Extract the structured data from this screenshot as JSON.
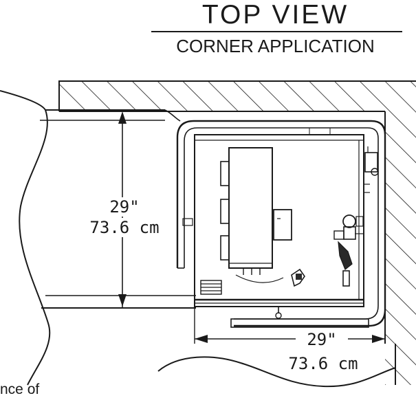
{
  "header": {
    "title": "TOP VIEW",
    "subtitle": "CORNER APPLICATION"
  },
  "dimensions": {
    "depth": {
      "inches": "29\"",
      "cm": "73.6 cm"
    },
    "width": {
      "inches": "29\"",
      "cm": "73.6 cm"
    }
  },
  "caption": "nce of",
  "colors": {
    "line": "#1a1a1a",
    "background": "#ffffff"
  }
}
